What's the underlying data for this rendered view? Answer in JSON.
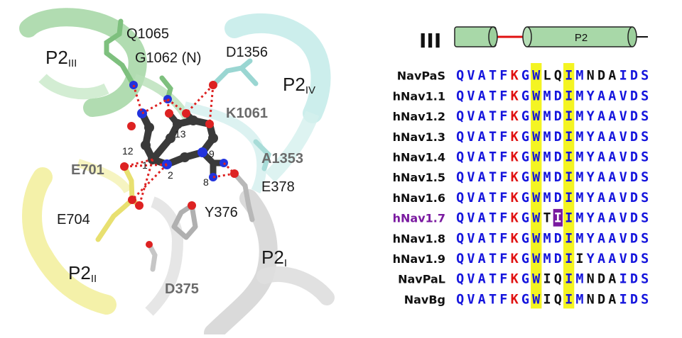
{
  "structure": {
    "helix_labels": [
      {
        "id": "p2-iii",
        "base": "P2",
        "sub": "III"
      },
      {
        "id": "p2-iv",
        "base": "P2",
        "sub": "IV"
      },
      {
        "id": "p2-ii",
        "base": "P2",
        "sub": "II"
      },
      {
        "id": "p2-i",
        "base": "P2",
        "sub": "I"
      }
    ],
    "residue_labels": [
      {
        "id": "q1065",
        "text": "Q1065",
        "bold": false
      },
      {
        "id": "g1062",
        "text": "G1062 (N)",
        "bold": false
      },
      {
        "id": "d1356",
        "text": "D1356",
        "bold": false
      },
      {
        "id": "k1061",
        "text": "K1061",
        "bold": true
      },
      {
        "id": "a1353",
        "text": "A1353",
        "bold": true
      },
      {
        "id": "e701",
        "text": "E701",
        "bold": true
      },
      {
        "id": "e378",
        "text": "E378",
        "bold": false
      },
      {
        "id": "e704",
        "text": "E704",
        "bold": false
      },
      {
        "id": "y376",
        "text": "Y376",
        "bold": false
      },
      {
        "id": "d375",
        "text": "D375",
        "bold": true
      }
    ],
    "atom_numbers": [
      "13",
      "12",
      "1",
      "2",
      "9",
      "8"
    ],
    "colors": {
      "domain_iii": "#a8d8a8",
      "domain_iv": "#b8e4e2",
      "domain_ii": "#f2ee9a",
      "domain_i": "#d2d2d2",
      "ligand": "#3a3a3a",
      "nitrogen": "#2233dd",
      "oxygen": "#dd2222",
      "hbond": "#dd2222"
    }
  },
  "alignment": {
    "header": {
      "domain_label": "III",
      "helix_label": "P2"
    },
    "colors": {
      "conserved": "#1515dd",
      "lys": "#e01010",
      "variable": "#111111",
      "highlight": "#f4f422",
      "purple": "#7a1aa0"
    },
    "highlight_columns": [
      7,
      10
    ],
    "rows": [
      {
        "name": "NavPaS",
        "seq": "QVATFKGWLQIMNDAIDS",
        "name_color": "#111111"
      },
      {
        "name": "hNav1.1",
        "seq": "QVATFKGWMDIMYAAVDS",
        "name_color": "#111111"
      },
      {
        "name": "hNav1.2",
        "seq": "QVATFKGWMDIMYAAVDS",
        "name_color": "#111111"
      },
      {
        "name": "hNav1.3",
        "seq": "QVATFKGWMDIMYAAVDS",
        "name_color": "#111111"
      },
      {
        "name": "hNav1.4",
        "seq": "QVATFKGWMDIMYAAVDS",
        "name_color": "#111111"
      },
      {
        "name": "hNav1.5",
        "seq": "QVATFKGWMDIMYAAVDS",
        "name_color": "#111111"
      },
      {
        "name": "hNav1.6",
        "seq": "QVATFKGWMDIMYAAVDS",
        "name_color": "#111111"
      },
      {
        "name": "hNav1.7",
        "seq": "QVATFKGWTIIMYAAVDS",
        "name_color": "#7a1aa0",
        "boxed_col": 9
      },
      {
        "name": "hNav1.8",
        "seq": "QVATFKGWMDIMYAAVDS",
        "name_color": "#111111"
      },
      {
        "name": "hNav1.9",
        "seq": "QVATFKGWMDIIYAAVDS",
        "name_color": "#111111"
      },
      {
        "name": "NavPaL",
        "seq": "QVATFKGWIQIMNDAIDS",
        "name_color": "#111111"
      },
      {
        "name": "NavBg",
        "seq": "QVATFKGWIQIMNDAIDS",
        "name_color": "#111111"
      }
    ]
  }
}
